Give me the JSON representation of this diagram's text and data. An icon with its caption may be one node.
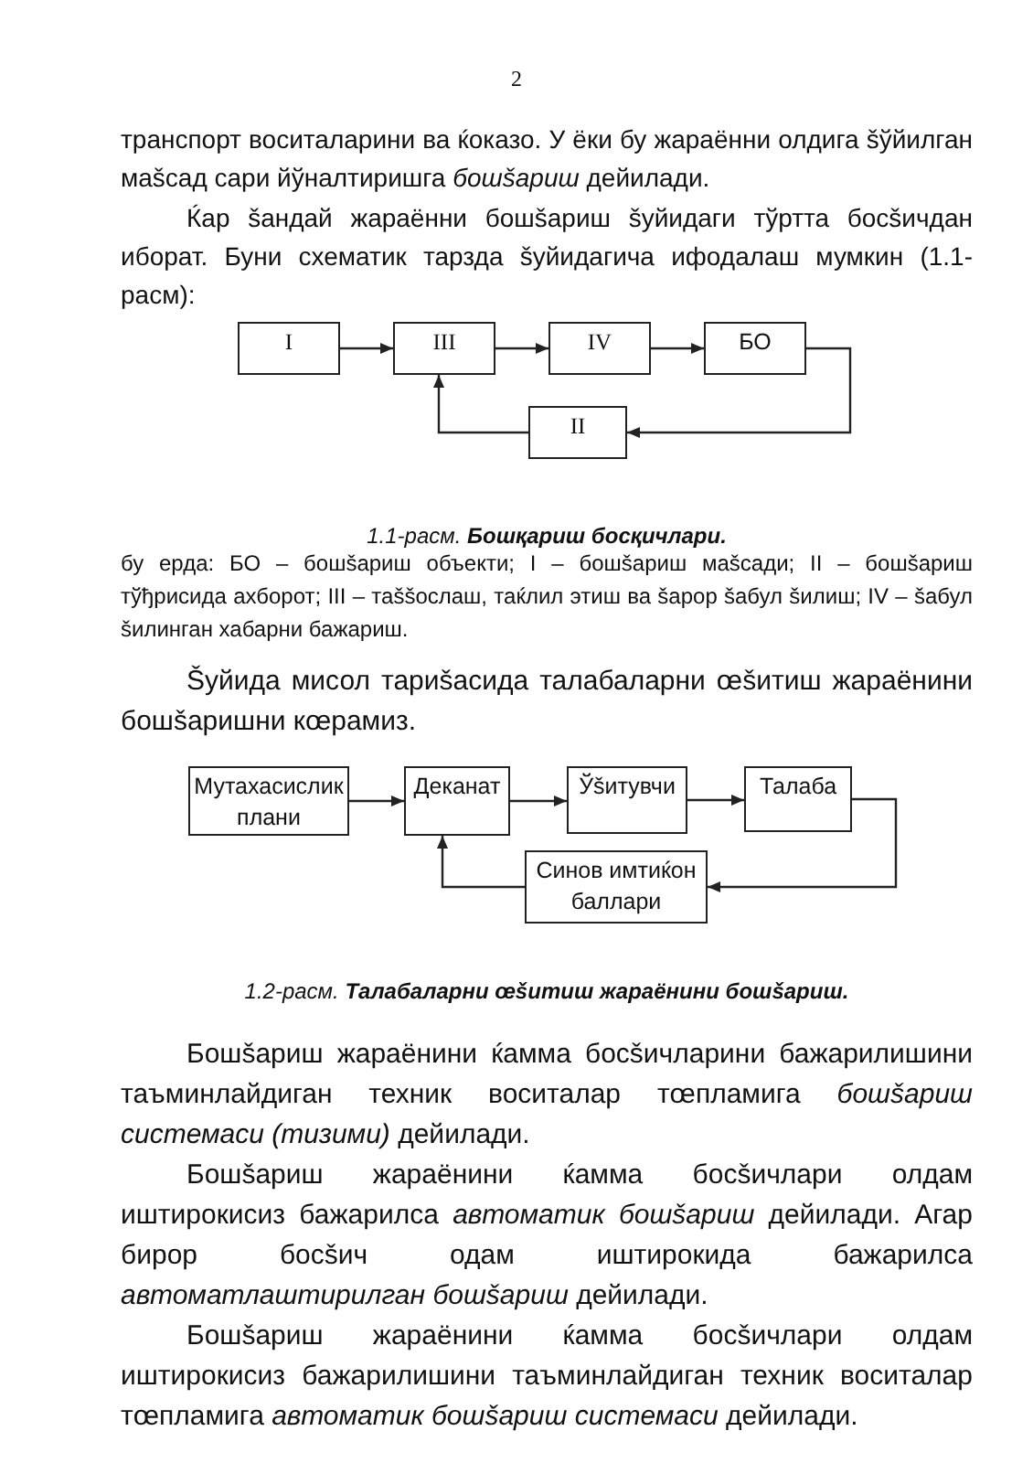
{
  "diagram": {
    "nodes": [
      {
        "text": [
          "I"
        ]
      },
      {
        "text": [
          "III"
        ]
      },
      {
        "text": [
          "IV"
        ]
      },
      {
        "text": [
          "БО"
        ]
      },
      {
        "text": [
          "II"
        ]
      },
      {
        "text": [
          "Мутахасислик плани"
        ]
      },
      {
        "text": [
          "Деканат"
        ]
      },
      {
        "text": [
          "Ўšитувчи"
        ]
      },
      {
        "text": [
          "Талаба"
        ]
      },
      {
        "text": [
          "Синов имтиќон баллари"
        ]
      }
    ],
    "edges": [
      {
        "from": 0,
        "to": 1,
        "arrow": "to"
      },
      {
        "from": 1,
        "to": 2,
        "arrow": "to"
      },
      {
        "from": 2,
        "to": 3,
        "arrow": "to"
      },
      {
        "from": 3,
        "to": 4,
        "arrow": "to"
      },
      {
        "from": 4,
        "to": 1,
        "arrow": "to"
      },
      {
        "from": 5,
        "to": 6,
        "arrow": "to"
      },
      {
        "from": 6,
        "to": 7,
        "arrow": "to"
      },
      {
        "from": 7,
        "to": 8,
        "arrow": "to"
      },
      {
        "from": 8,
        "to": 9,
        "arrow": "to"
      },
      {
        "from": 9,
        "to": 6,
        "arrow": "to"
      }
    ],
    "labels": [
      "2",
      "транспорт воситаларини ва ќоказо. У ёки бу жараённи олдига šўйилган маšсад сари йўналтиришга *бошšариш* дейилади.",
      "Ќар šандай жараённи бошšариш šуйидаги тўртта босšичдан иборат. Буни схематик тарзда šуйидагича ифодалаш мумкин (1.1-расм):",
      "1.1-расм. **Бошқариш босқичлари.**",
      "бу ерда: БО – бошšариш объекти; I – бошšариш маšсади; II – бошšариш тўђрисида ахборот; III – таššослаш, таќлил этиш ва šарор šабул šилиш; IV – šабул šилинган хабарни бажариш.",
      "Šуйида мисол тариšасида талабаларни œšитиш жараёнини бошšаришни кœрамиз.",
      "1.2-расм. **Талабаларни œšитиш жараёнини бошšариш.**",
      "Бошšариш жараёнини ќамма босšичларини бажарилишини таъминлайдиган техник воситалар тœпламига *бошšариш системаси (тизими)* дейилади.",
      "Бошšариш жараёнини ќамма босšичлари олдам иштирокисиз бажарилса *автоматик бошšариш* дейилади. Агар бирор босšич одам иштирокида бажарилса *автоматлаштирилган бошšариш* дейилади.",
      "Бошšариш жараёнини ќамма босšичлари олдам иштирокисиз бажарилишини таъминлайдиган техник воситалар тœпламига *автоматик бошšариш системаси* дейилади."
    ]
  }
}
